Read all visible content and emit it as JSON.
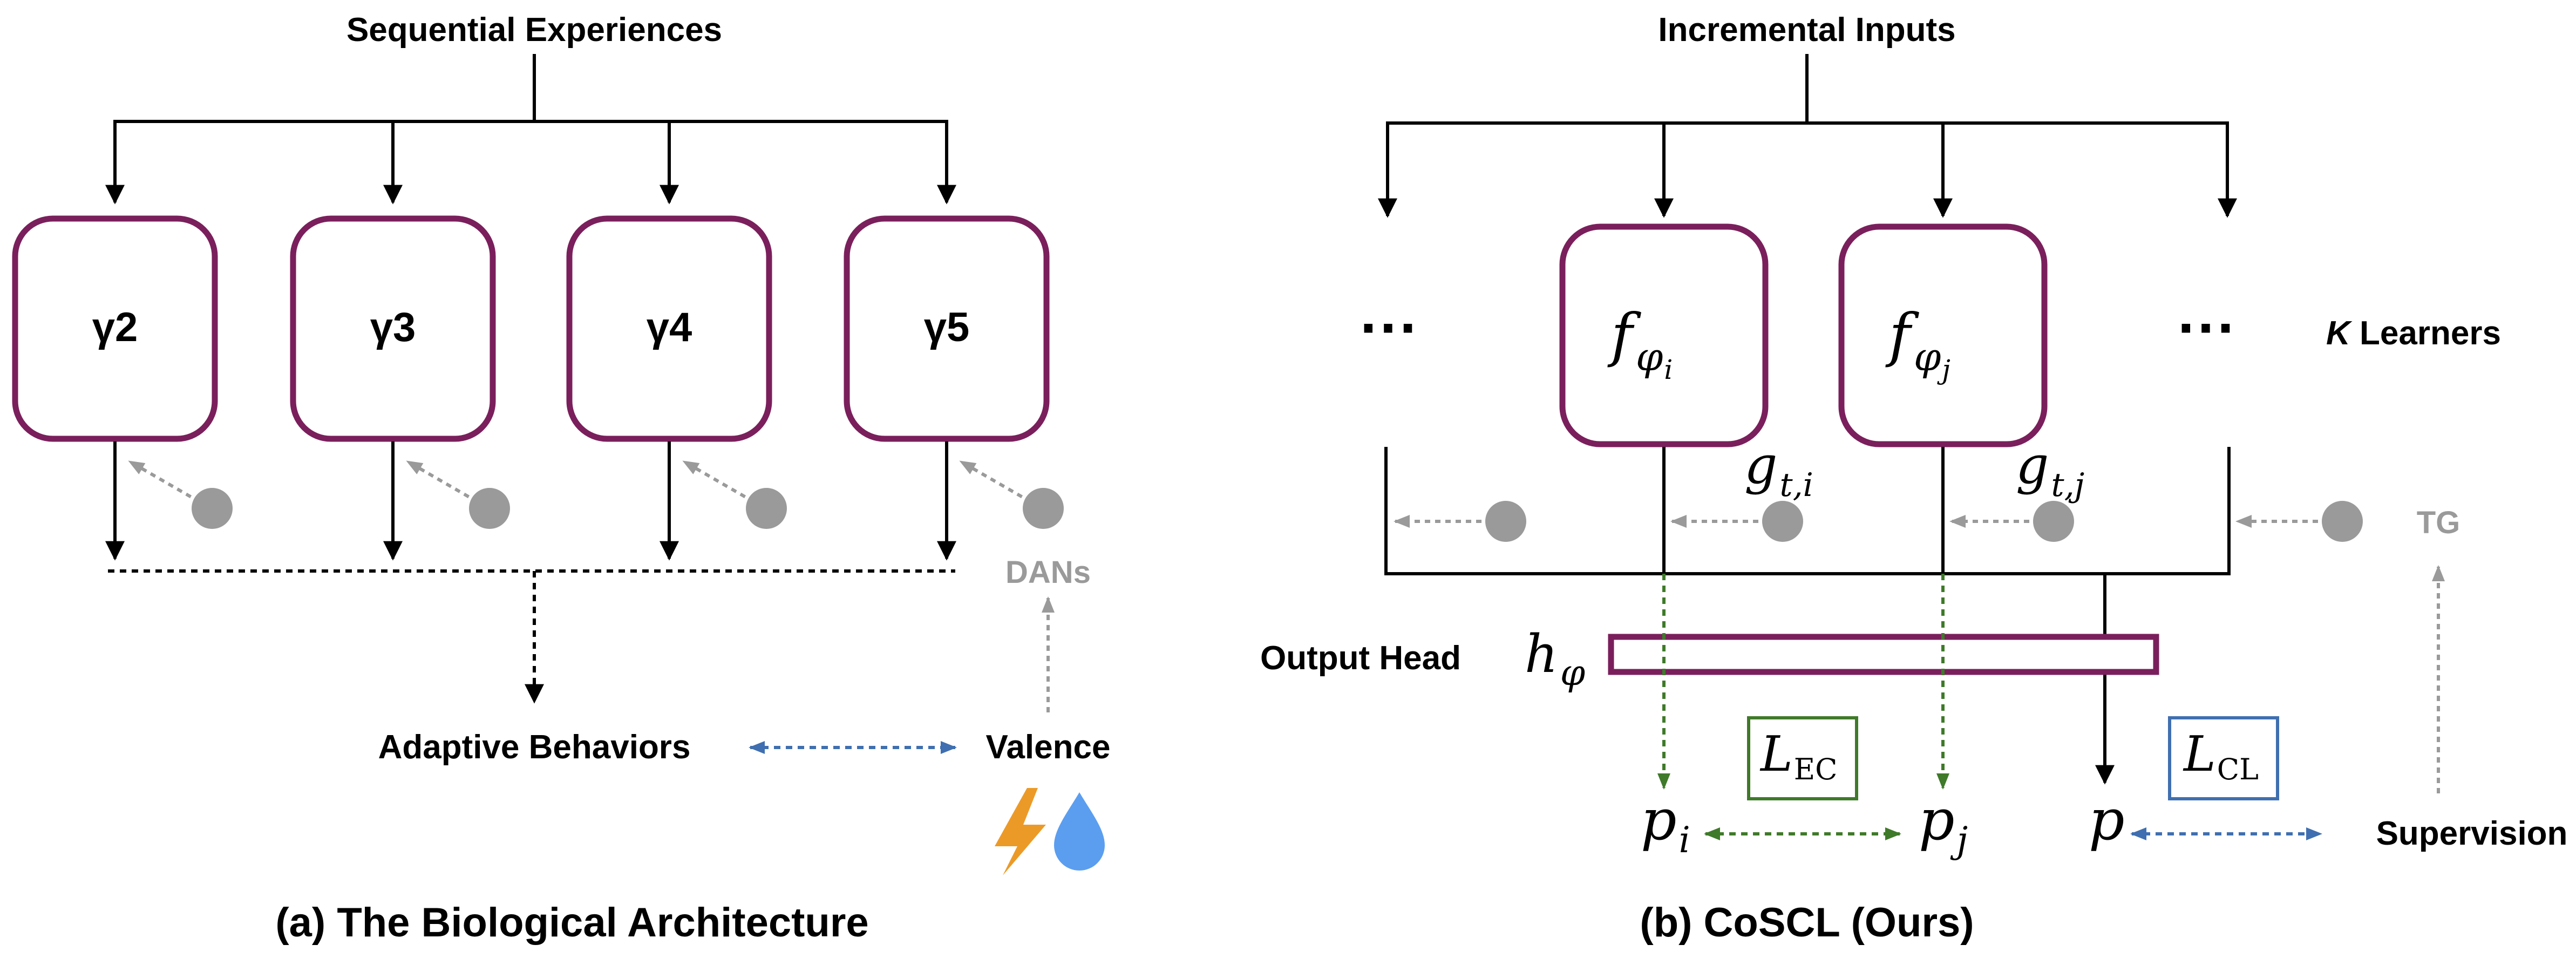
{
  "colors": {
    "line": "#000000",
    "box": "#7a1f5c",
    "gray": "#9a9a9a",
    "dan_dot": "#9a9a9a",
    "blue_arrow": "#3f6fb0",
    "green_arrow": "#3f7a2a",
    "bolt": "#ec9a27",
    "drop": "#5b9ef0"
  },
  "left": {
    "top_label": "Sequential Experiences",
    "modules": [
      "γ2",
      "γ3",
      "γ4",
      "γ5"
    ],
    "dans_label": "DANs",
    "adaptive_label": "Adaptive Behaviors",
    "valence_label": "Valence",
    "caption": "(a) The Biological Architecture"
  },
  "right": {
    "top_label": "Incremental Inputs",
    "ellipsis_left": "···",
    "ellipsis_right": "···",
    "learner_i": {
      "base": "f",
      "sub": "φ",
      "subsub": "i"
    },
    "learner_j": {
      "base": "f",
      "sub": "φ",
      "subsub": "j"
    },
    "k_label_k": "K",
    "k_label_rest": " Learners",
    "g_i": {
      "base": "g",
      "sub": "t,i"
    },
    "g_j": {
      "base": "g",
      "sub": "t,j"
    },
    "tg_label": "TG",
    "output_head_label": "Output Head",
    "h_phi": {
      "base": "h",
      "sub": "φ"
    },
    "p_i": {
      "base": "p",
      "sub": "i"
    },
    "p_j": {
      "base": "p",
      "sub": "j"
    },
    "p": "p",
    "l_ec": {
      "base": "L",
      "sub": "EC"
    },
    "l_cl": {
      "base": "L",
      "sub": "CL"
    },
    "supervision_label": "Supervision",
    "caption": "(b) CoSCL (Ours)"
  }
}
